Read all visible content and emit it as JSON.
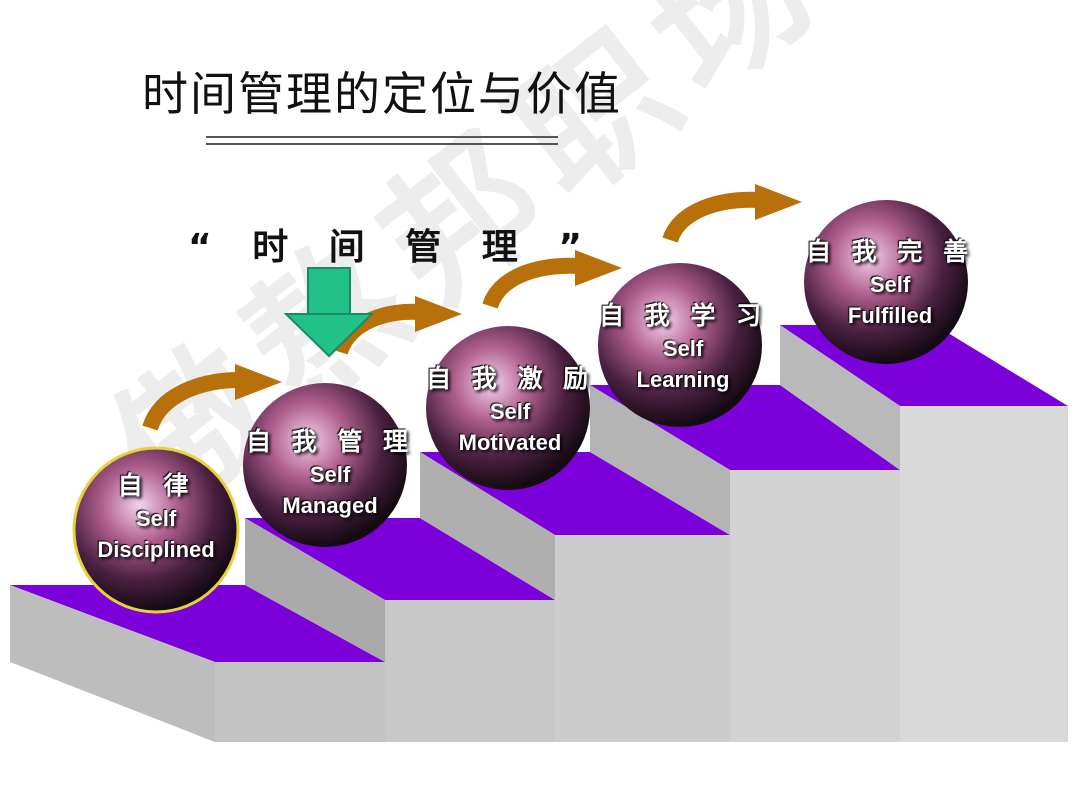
{
  "title": "时间管理的定位与价值",
  "time_management_label": "“ 时 间 管 理 ”",
  "watermark": "傲熬邦职场智库",
  "steps": [
    {
      "cn": "自 律",
      "en1": "Self",
      "en2": "Disciplined"
    },
    {
      "cn": "自 我 管 理",
      "en1": "Self",
      "en2": "Managed"
    },
    {
      "cn": "自 我 激 励",
      "en1": "Self",
      "en2": "Motivated"
    },
    {
      "cn": "自 我 学 习",
      "en1": "Self",
      "en2": "Learning"
    },
    {
      "cn": "自 我 完 善",
      "en1": "Self",
      "en2": "Fulfilled"
    }
  ],
  "colors": {
    "step_top": "#7B00D9",
    "riser": "#c8c8c8",
    "arrow": "#B8700A",
    "down_arrow": "#22C18A",
    "ball_highlight": "#f0c8e6",
    "ball_dark": "#1a0d16"
  }
}
